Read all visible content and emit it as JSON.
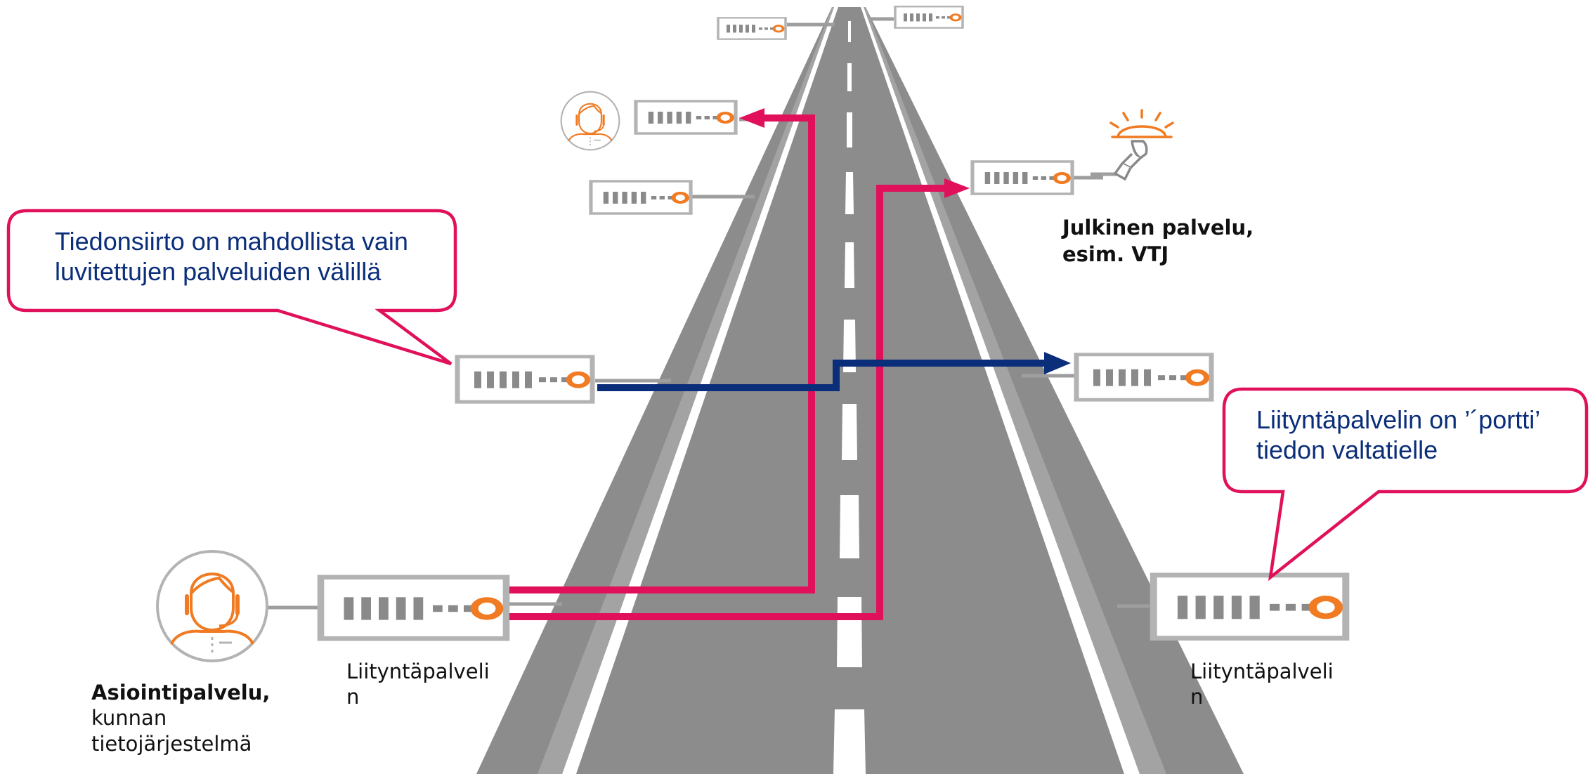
{
  "callouts": {
    "left": "Tiedonsiirto on mahdollista vain luvitettujen palveluiden välillä",
    "right": "Liityntäpalvelin on ’´portti’ tiedon valtatielle"
  },
  "labels": {
    "asiointi_title": "Asiointipalvelu,",
    "asiointi_line1": "kunnan",
    "asiointi_line2": "tietojärjestelmä",
    "liitynta_left_line1": "Liityntäpalveli",
    "liitynta_left_line2": "n",
    "liitynta_right_line1": "Liityntäpalveli",
    "liitynta_right_line2": "n",
    "julkinen_line1": "Julkinen palvelu,",
    "julkinen_line2": "esim. VTJ"
  },
  "icons": {
    "server": "server-icon",
    "person": "customer-service-person-icon",
    "public_service": "waiter-serving-tray-icon"
  },
  "colors": {
    "road": "#8c8c8c",
    "road_marking": "#ffffff",
    "server_border": "#b3b3b3",
    "server_dots": "#8a8a8a",
    "accent_orange": "#f07b23",
    "arrow_red": "#e0105a",
    "arrow_blue": "#0b2e7a",
    "callout_border": "#e0105a",
    "callout_text": "#0b2e7a"
  }
}
